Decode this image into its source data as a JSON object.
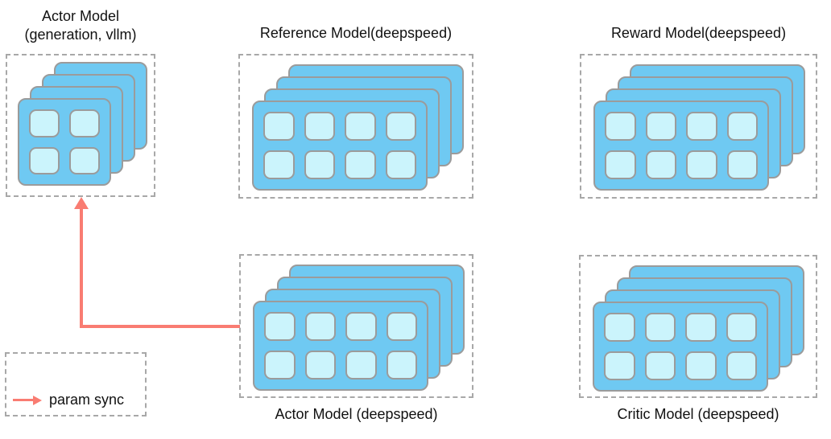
{
  "groups": {
    "actor_vllm": {
      "title_line1": "Actor Model",
      "title_line2": "(generation, vllm)",
      "gpus": 4,
      "columns": 2,
      "stack_depth": 4
    },
    "reference": {
      "title": "Reference Model(deepspeed)",
      "gpus": 8,
      "columns": 4,
      "stack_depth": 4
    },
    "reward": {
      "title": "Reward Model(deepspeed)",
      "gpus": 8,
      "columns": 4,
      "stack_depth": 4
    },
    "actor_deepspeed": {
      "title": "Actor Model (deepspeed)",
      "gpus": 8,
      "columns": 4,
      "stack_depth": 4
    },
    "critic": {
      "title": "Critic Model (deepspeed)",
      "gpus": 8,
      "columns": 4,
      "stack_depth": 4
    }
  },
  "legend": {
    "label": "param sync"
  },
  "arrow": {
    "from": "actor_deepspeed",
    "to": "actor_vllm",
    "meaning": "param sync"
  },
  "colors": {
    "card_fill": "#6fc9f2",
    "cell_fill": "#cbf4fc",
    "card_border": "#9b9b9b",
    "dashed_border": "#a8a8a8",
    "arrow": "#f97c72",
    "text": "#111111",
    "background": "#ffffff"
  }
}
